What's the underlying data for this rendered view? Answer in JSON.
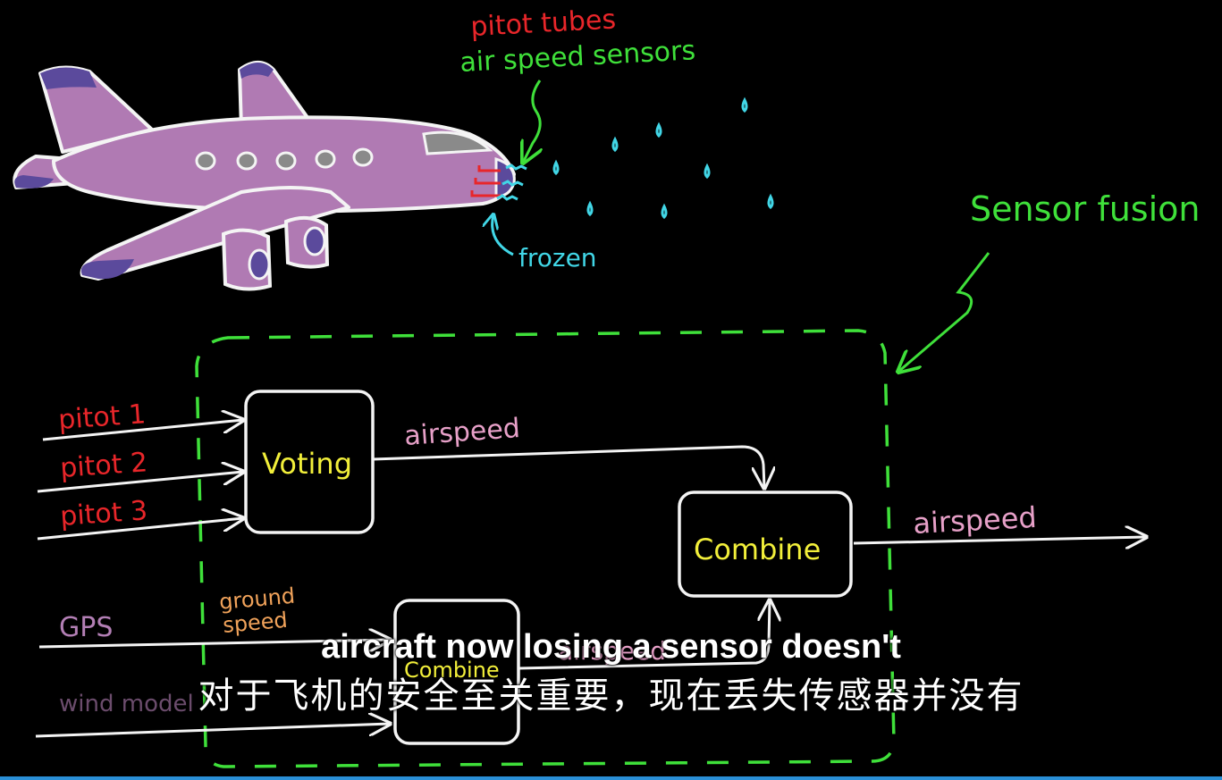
{
  "colors": {
    "background": "#000000",
    "red_label": "#e8262a",
    "green_label": "#3fe03a",
    "cyan_label": "#41d6e6",
    "pink_label": "#e7a0c8",
    "yellow_label": "#f2ef3a",
    "orange_label": "#f0a25a",
    "gps_label": "#b37fb5",
    "plane_body": "#b07ab3",
    "plane_accent": "#5b4a9c",
    "white_line": "#f4f4f4",
    "fusion_boundary": "#3fe03a",
    "progress_bar": "#2a8fd6"
  },
  "plane": {
    "sensor_label_1": "pitot tubes",
    "sensor_label_2": "air speed sensors",
    "frozen_label": "frozen"
  },
  "diagram": {
    "fusion_label": "Sensor fusion",
    "inputs": [
      "pitot 1",
      "pitot 2",
      "pitot 3"
    ],
    "voting_label": "Voting",
    "voting_output_label": "airspeed",
    "combine_label": "Combine",
    "final_output_label": "airspeed",
    "lower": {
      "gps_label": "GPS",
      "ground_speed_label_1": "ground",
      "ground_speed_label_2": "speed",
      "combine_label": "Combine",
      "wind_label": "wind model",
      "output_label": "airspeed"
    }
  },
  "subtitles": {
    "english": "aircraft now losing a sensor doesn't",
    "chinese": "对于飞机的安全至关重要，现在丢失传感器并没有"
  }
}
